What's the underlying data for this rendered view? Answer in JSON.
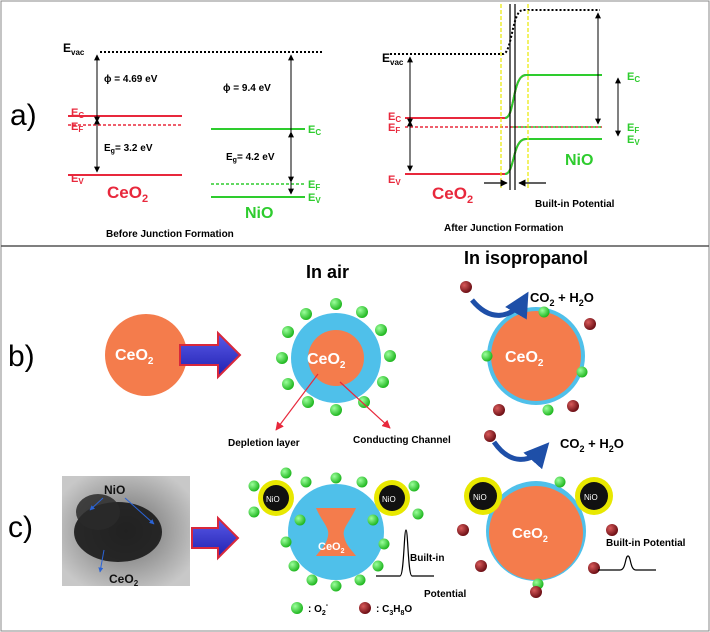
{
  "panels": {
    "a": "a)",
    "b": "b)",
    "c": "c)"
  },
  "before": {
    "evac": "E",
    "evac_sub": "vac",
    "phi_ceo2": "ϕ = 4.69 eV",
    "phi_nio": "ϕ = 9.4 eV",
    "eg_ceo2": "E",
    "eg_ceo2_sub": "g",
    "eg_ceo2_val": "= 3.2 eV",
    "eg_nio": "E",
    "eg_nio_sub": "g",
    "eg_nio_val": "= 4.2 eV",
    "ec": "E",
    "ec_sub": "C",
    "ef": "E",
    "ef_sub": "F",
    "ev": "E",
    "ev_sub": "V",
    "ceo2": "CeO",
    "ceo2_sub": "2",
    "nio": "NiO",
    "caption": "Before Junction Formation"
  },
  "after": {
    "evac": "E",
    "evac_sub": "vac",
    "ec": "E",
    "ec_sub": "C",
    "ef": "E",
    "ef_sub": "F",
    "ev": "E",
    "ev_sub": "V",
    "ceo2": "CeO",
    "ceo2_sub": "2",
    "nio": "NiO",
    "builtin": "Built-in Potential",
    "caption": "After Junction Formation"
  },
  "b": {
    "in_air": "In air",
    "in_isopropanol": "In isopropanol",
    "ceo2": "CeO",
    "ceo2_sub": "2",
    "co2": "CO",
    "co2_sub": "2",
    "plus_h2o": " + H",
    "h2o_sub": "2",
    "h2o_o": "O",
    "depletion": "Depletion layer",
    "conducting": "Conducting Channel"
  },
  "c": {
    "nio_img": "NiO",
    "ceo2_img": "CeO",
    "ceo2_img_sub": "2",
    "nio": "NiO",
    "ceo2": "CeO",
    "ceo2_sub": "2",
    "builtin_1": "Built-in",
    "potential_1": "Potential",
    "builtin_2": "Built-in   Potential",
    "co2": "CO",
    "co2_sub": "2",
    "plus_h2o": " + H",
    "h2o_sub": "2",
    "h2o_o": "O"
  },
  "legend": {
    "o2": ": O",
    "o2_sub": "2",
    "o2_sup": "-",
    "c3h8o": ": C",
    "c_sub": "3",
    "h": "H",
    "h_sub": "8",
    "o": "O"
  },
  "colors": {
    "red": "#e8283c",
    "green": "#2ecc2e",
    "orange": "#f47c4c",
    "blue": "#4fc0ea",
    "maroon": "#8a1c22",
    "yellow": "#e8e800",
    "arrow_blue": "#1e4fa8"
  }
}
